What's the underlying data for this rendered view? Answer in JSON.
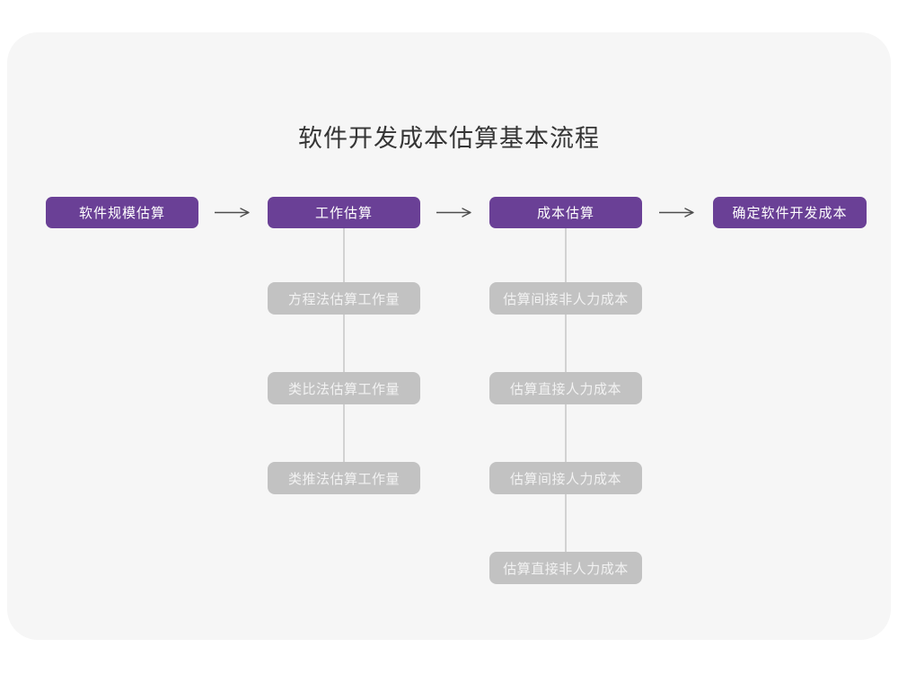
{
  "page": {
    "title": "软件开发成本估算基本流程"
  },
  "colors": {
    "page_bg": "#ffffff",
    "card_bg": "#f6f6f6",
    "stage_box": "#6a4096",
    "stage_text": "#ffffff",
    "sub_box": "#c2c2c2",
    "sub_text": "#f2f2f2",
    "connector_line": "#d2d2d2",
    "arrow": "#4d4d4d",
    "title_text": "#353535"
  },
  "flow": {
    "stages": [
      {
        "label": "软件规模估算"
      },
      {
        "label": "工作估算"
      },
      {
        "label": "成本估算"
      },
      {
        "label": "确定软件开发成本"
      }
    ],
    "columns": [
      {
        "parent": "工作估算",
        "items": [
          {
            "label": "方程法估算工作量"
          },
          {
            "label": "类比法估算工作量"
          },
          {
            "label": "类推法估算工作量"
          }
        ]
      },
      {
        "parent": "成本估算",
        "items": [
          {
            "label": "估算间接非人力成本"
          },
          {
            "label": "估算直接人力成本"
          },
          {
            "label": "估算间接人力成本"
          },
          {
            "label": "估算直接非人力成本"
          }
        ]
      }
    ]
  }
}
